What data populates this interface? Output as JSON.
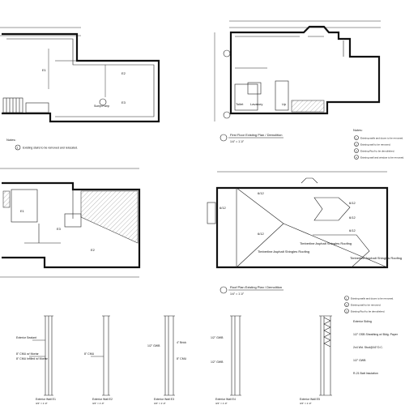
{
  "sheet": {
    "plans": {
      "basement": {
        "notes_title": "Notes:",
        "notes": [
          {
            "num": "1",
            "text": "Existing stairs to be removed and relocated."
          }
        ],
        "labels": [
          "E1",
          "E2",
          "E3",
          "Sump/Pump"
        ]
      },
      "first_floor": {
        "title": "First Floor Existing Plan / Demolition",
        "scale": "1/4\" = 1'-0\"",
        "notes_title": "Notes:",
        "notes": [
          {
            "num": "1",
            "text": "Existing walls and doors to be removed."
          },
          {
            "num": "2",
            "text": "Existing wall to be removed."
          },
          {
            "num": "3",
            "text": "Existing Roof to be demolished."
          },
          {
            "num": "4",
            "text": "Existing wall and window to be removed."
          }
        ],
        "room_labels": [
          "Toilet",
          "Lavatory",
          "Up"
        ]
      },
      "second_floor": {
        "labels": [
          "E1",
          "E2",
          "E3"
        ]
      },
      "roof": {
        "title": "Roof Plan Existing Plan / Demolition",
        "scale": "1/4\" = 1'-0\"",
        "slopes": [
          "6/12",
          "6/12",
          "6/12",
          "6/12",
          "6/12",
          "6/12"
        ],
        "roofing_left": "Timberline Asphalt\nShingles Roofing",
        "roofing_center": "Timberline Asphalt\nShingles Roofing",
        "roofing_right": "Timberline Asphalt\nShingles Roofing",
        "notes": [
          {
            "num": "1",
            "text": "Existing walls and doors to be removed."
          },
          {
            "num": "2",
            "text": "Existing wall to be removed."
          },
          {
            "num": "3",
            "text": "Existing Roof to be demolished."
          }
        ]
      }
    },
    "wall_sections": [
      {
        "title": "Exterior Wall E1",
        "scale": "3/4\" = 1'-0\"",
        "callouts": [
          "Exterior Sealant",
          "8\" CMU w/ Mortar",
          "8\" CMU Infilled w/ Mortar"
        ]
      },
      {
        "title": "Exterior Wall E2",
        "scale": "3/4\" = 1'-0\"",
        "callouts": [
          "8\" CMU"
        ]
      },
      {
        "title": "Exterior Wall E3",
        "scale": "3/4\" = 1'-0\"",
        "callouts": [
          "4\" Brick",
          "1/2\" GWB",
          "8\" CMU"
        ]
      },
      {
        "title": "Exterior Wall E4",
        "scale": "3/4\" = 1'-0\"",
        "callouts": [
          "1/2\" GWB",
          "1/2\" GWB"
        ]
      },
      {
        "title": "Exterior Wall E5",
        "scale": "3/4\" = 1'-0\"",
        "callouts": [
          "Exterior Siding",
          "1/2\" OSB Sheathing w/ Bldg. Paper",
          "2x4 Wd. Stud@16\"O.C.",
          "1/2\" GWB",
          "R-21 Batt Insulation"
        ]
      }
    ]
  }
}
